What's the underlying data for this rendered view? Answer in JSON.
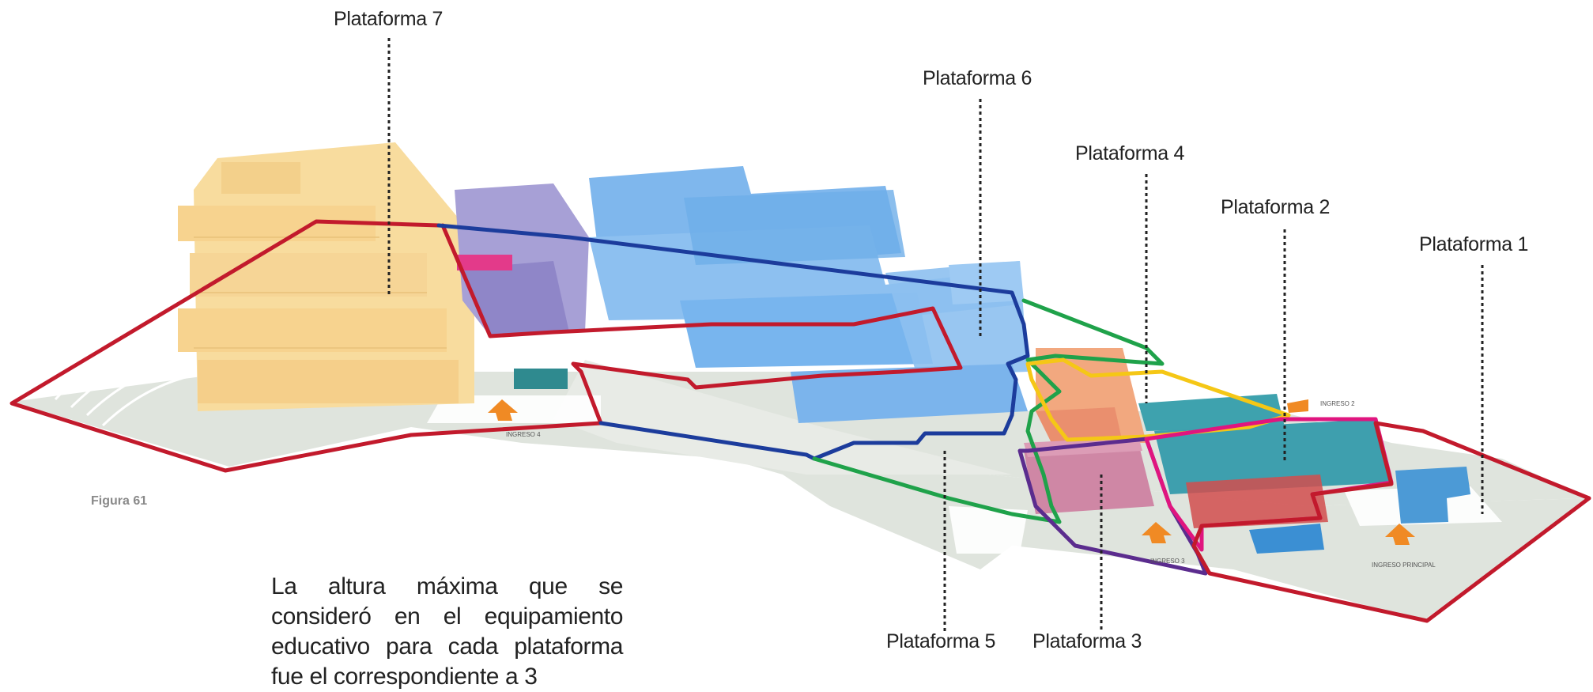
{
  "labels": {
    "p7": "Plataforma 7",
    "p6": "Plataforma 6",
    "p4": "Plataforma 4",
    "p2": "Plataforma 2",
    "p1": "Plataforma 1",
    "p5": "Plataforma 5",
    "p3": "Plataforma 3"
  },
  "caption": "Figura 61",
  "body_text": "La altura máxima que se consideró en el equipamiento educativo para cada plataforma fue el correspondiente a 3",
  "entrances": {
    "ingreso4": "INGRESO 4",
    "ingreso2": "INGRESO 2",
    "ingreso3": "INGRESO 3",
    "principal": "INGRESO PRINCIPAL"
  },
  "colors": {
    "outline_red": "#c0192b",
    "outline_blue": "#1d3d9a",
    "outline_green": "#1ea34a",
    "outline_yellow": "#f5c816",
    "outline_magenta": "#e0147f",
    "outline_purple": "#5b2c8e",
    "bldg_tan": "#f7d999",
    "bldg_blue": "#79b3ea",
    "bldg_lavender": "#9d95cf",
    "bldg_teal": "#3e9fae",
    "bldg_orange": "#f1a77c",
    "bldg_rose": "#cf87a4",
    "ground": "#dde3dc"
  }
}
